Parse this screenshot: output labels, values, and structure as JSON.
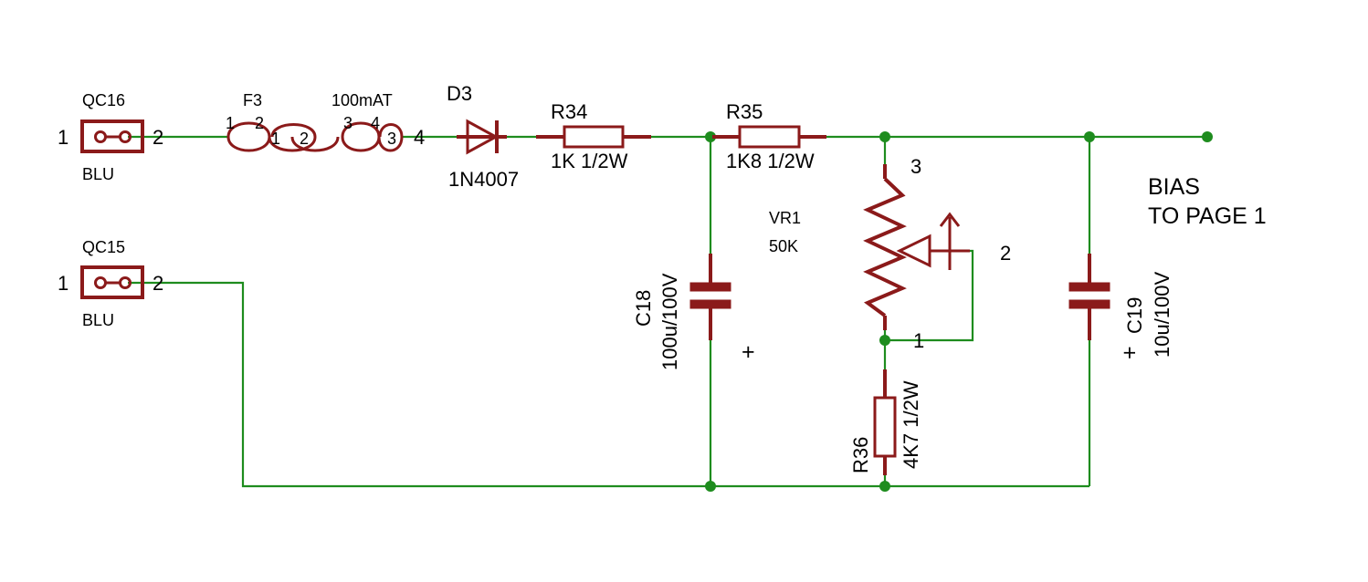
{
  "connectors": {
    "qc16": {
      "name": "QC16",
      "value": "BLU",
      "pin1": "1",
      "pin2": "2"
    },
    "qc15": {
      "name": "QC15",
      "value": "BLU",
      "pin1": "1",
      "pin2": "2"
    }
  },
  "fuse": {
    "name": "F3",
    "rating": "100mAT",
    "pins": [
      "1",
      "2",
      "1",
      "2",
      "3",
      "4",
      "3",
      "4"
    ]
  },
  "diode": {
    "name": "D3",
    "value": "1N4007"
  },
  "r34": {
    "name": "R34",
    "value": "1K 1/2W"
  },
  "r35": {
    "name": "R35",
    "value": "1K8 1/2W"
  },
  "r36": {
    "name": "R36",
    "value": "4K7 1/2W"
  },
  "vr1": {
    "name": "VR1",
    "value": "50K",
    "pin1": "1",
    "pin2": "2",
    "pin3": "3"
  },
  "c18": {
    "name": "C18",
    "value": "100u/100V",
    "polarity": "+"
  },
  "c19": {
    "name": "C19",
    "value": "10u/100V",
    "polarity": "+"
  },
  "output": {
    "line1": "BIAS",
    "line2": "TO PAGE 1"
  },
  "colors": {
    "wire": "#1e8c1e",
    "component": "#8b1a1a",
    "text": "#000000"
  }
}
